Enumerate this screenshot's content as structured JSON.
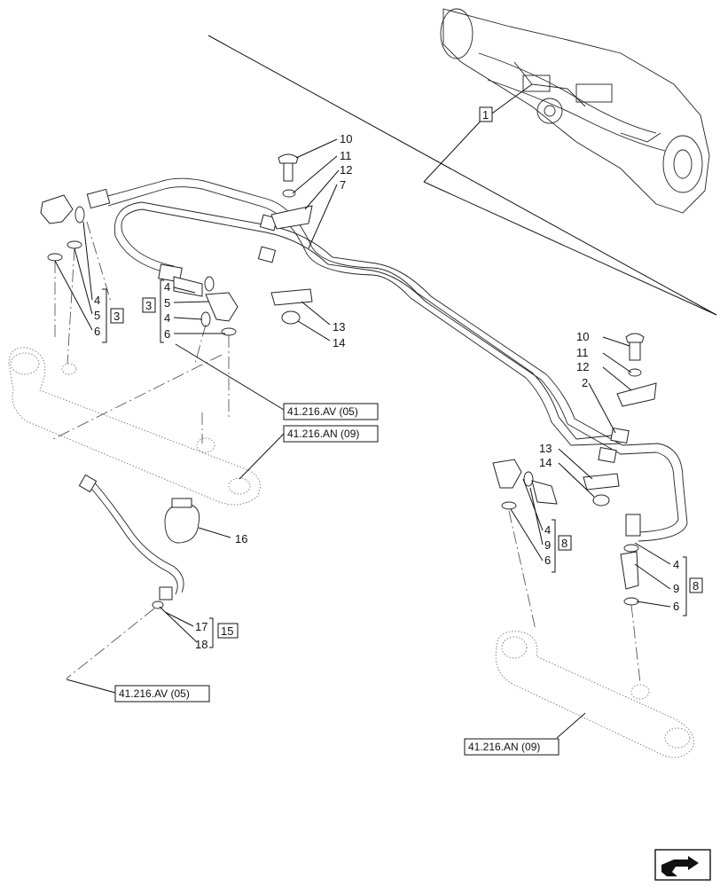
{
  "callouts": {
    "c10a": "10",
    "c11a": "11",
    "c12a": "12",
    "c7": "7",
    "c13a": "13",
    "c14a": "14",
    "c4a": "4",
    "c5a": "5",
    "c6a": "6",
    "c3a": "3",
    "c4b": "4",
    "c5b": "5",
    "c4c": "4",
    "c6b": "6",
    "c3b": "3",
    "c10b": "10",
    "c11b": "11",
    "c12b": "12",
    "c2": "2",
    "c13b": "13",
    "c14b": "14",
    "c4d": "4",
    "c9a": "9",
    "c6c": "6",
    "c8a": "8",
    "c4e": "4",
    "c9b": "9",
    "c6d": "6",
    "c8b": "8",
    "c16": "16",
    "c17": "17",
    "c18": "18",
    "c15": "15",
    "c1": "1"
  },
  "references": {
    "ref_av_top": "41.216.AV (05)",
    "ref_an_top": "41.216.AN (09)",
    "ref_av_bottom": "41.216.AV (05)",
    "ref_an_bottom": "41.216.AN (09)"
  },
  "icons": {
    "nav": "next-page-arrow-icon"
  }
}
